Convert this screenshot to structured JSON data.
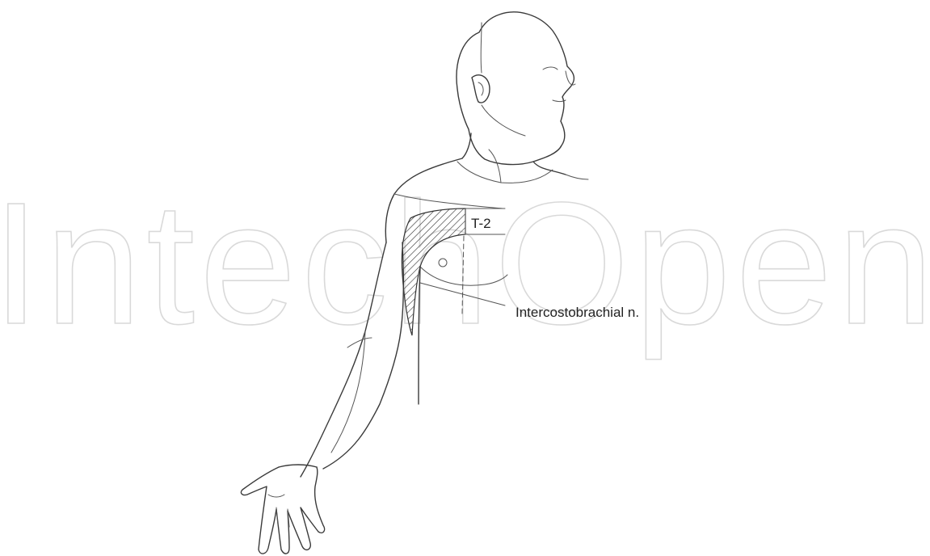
{
  "watermark": {
    "text": "IntechOpen"
  },
  "labels": {
    "dermatome": "T-2",
    "nerve": "Intercostobrachial n."
  },
  "colors": {
    "line": "#3a3a3a",
    "watermark": "#d9d9d9",
    "background": "#ffffff"
  }
}
